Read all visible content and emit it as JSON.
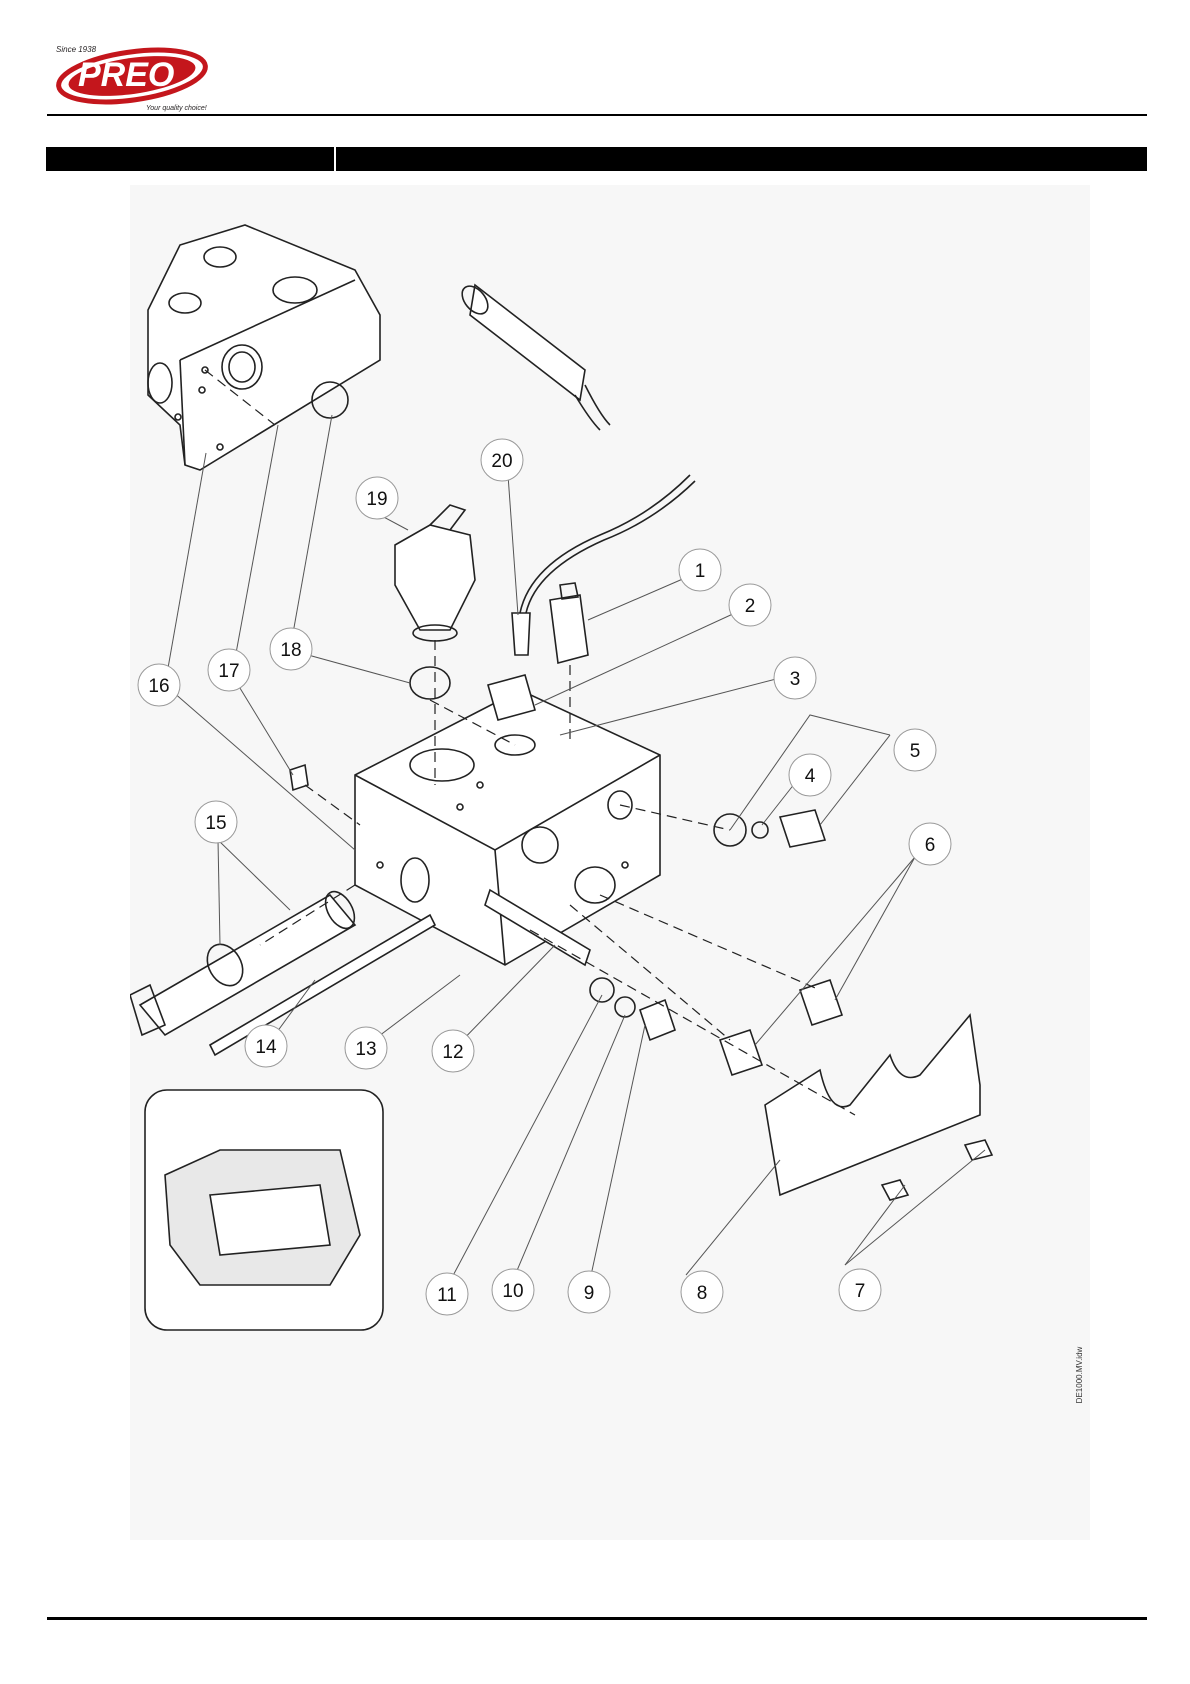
{
  "logo": {
    "since": "Since 1938",
    "brand": "PREO",
    "tagline": "Your quality choice!",
    "colors": {
      "red": "#c4161c",
      "dark": "#231f20"
    }
  },
  "header_bar": {
    "left": "",
    "right": ""
  },
  "figure": {
    "drawing_id": "DE1000.MV.idw",
    "callouts": [
      "1",
      "2",
      "3",
      "4",
      "5",
      "6",
      "7",
      "8",
      "9",
      "10",
      "11",
      "12",
      "13",
      "14",
      "15",
      "16",
      "17",
      "18",
      "19",
      "20"
    ]
  }
}
